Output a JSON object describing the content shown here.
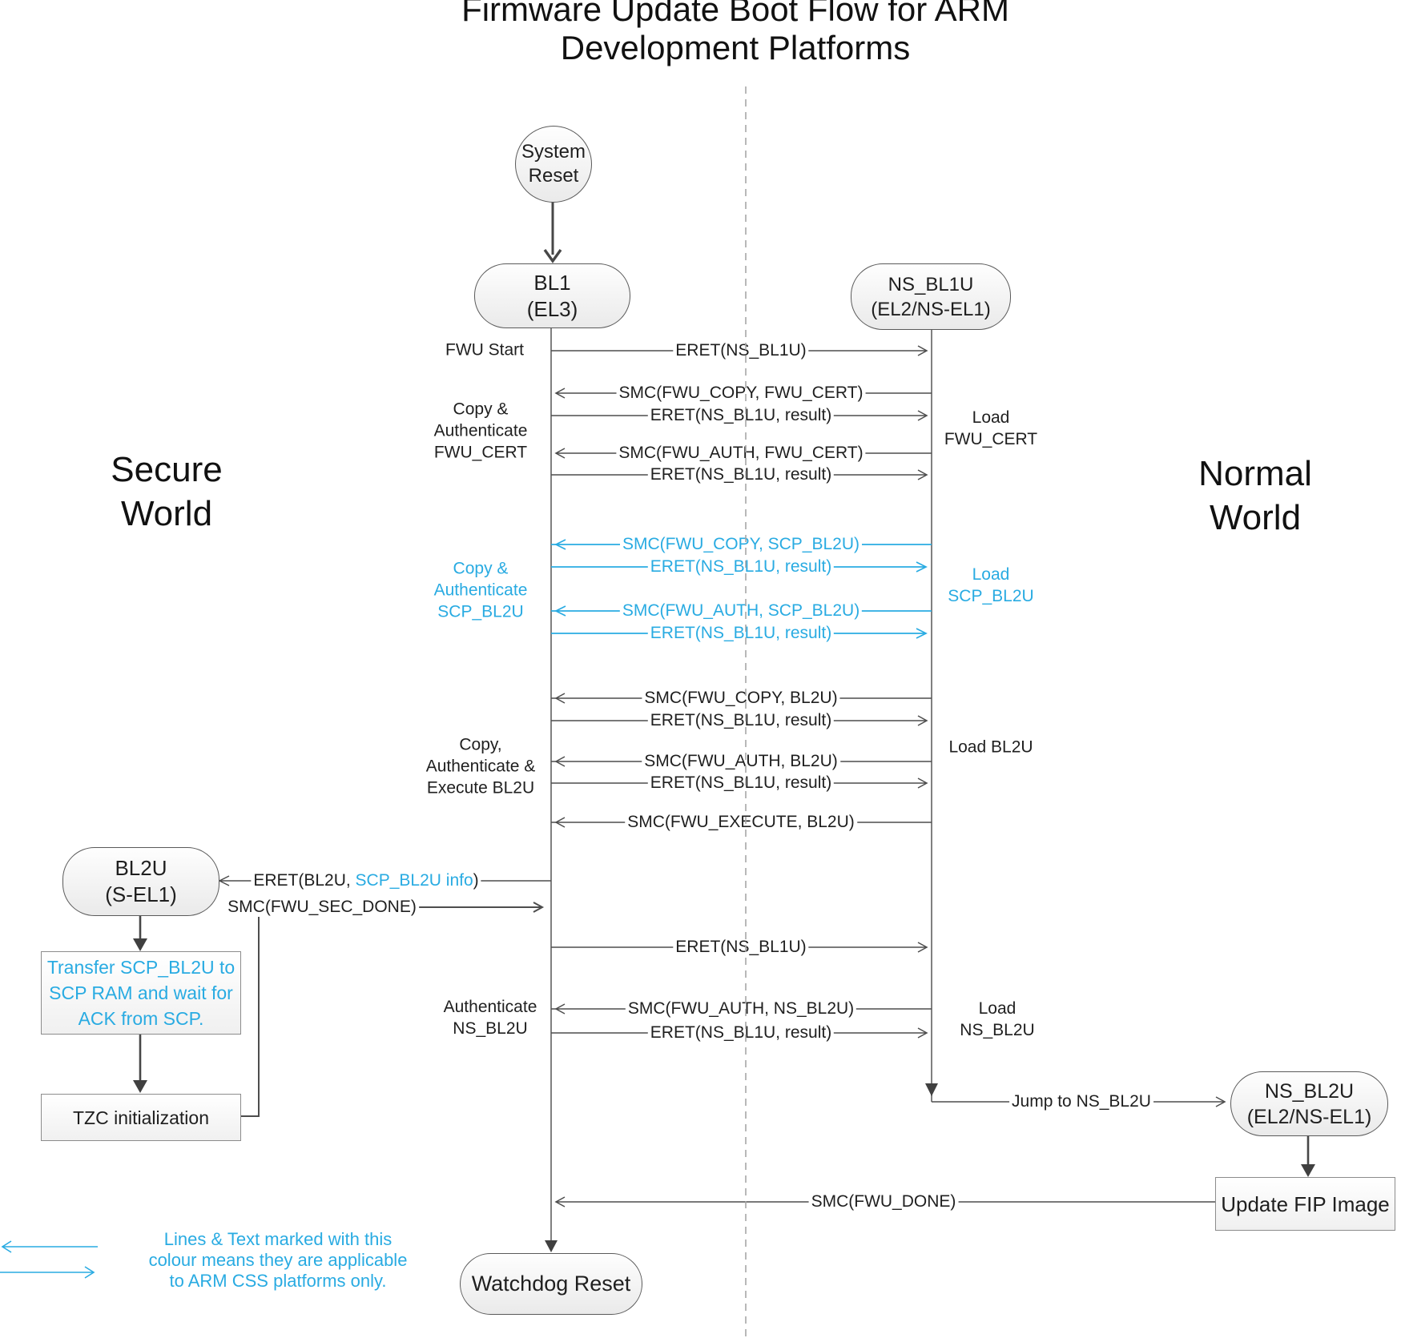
{
  "title": "Firmware Update Boot Flow for ARM Development Platforms",
  "worlds": {
    "secure": "Secure\nWorld",
    "normal": "Normal\nWorld"
  },
  "nodes": {
    "system_reset": "System\nReset",
    "bl1": "BL1\n(EL3)",
    "ns_bl1u": "NS_BL1U\n(EL2/NS-EL1)",
    "bl2u": "BL2U\n(S-EL1)",
    "ns_bl2u": "NS_BL2U\n(EL2/NS-EL1)",
    "watchdog_reset": "Watchdog Reset"
  },
  "boxes": {
    "transfer": "Transfer SCP_BL2U to\nSCP RAM and wait for\nACK from SCP.",
    "tzc": "TZC initialization",
    "update_fip": "Update FIP Image"
  },
  "messages": [
    {
      "label": "ERET(NS_BL1U)",
      "dir": "right",
      "css": false
    },
    {
      "label": "SMC(FWU_COPY, FWU_CERT)",
      "dir": "left",
      "css": false
    },
    {
      "label": "ERET(NS_BL1U, result)",
      "dir": "right",
      "css": false
    },
    {
      "label": "SMC(FWU_AUTH, FWU_CERT)",
      "dir": "left",
      "css": false
    },
    {
      "label": "ERET(NS_BL1U, result)",
      "dir": "right",
      "css": false
    },
    {
      "label": "SMC(FWU_COPY, SCP_BL2U)",
      "dir": "left",
      "css": true
    },
    {
      "label": "ERET(NS_BL1U, result)",
      "dir": "right",
      "css": true
    },
    {
      "label": "SMC(FWU_AUTH, SCP_BL2U)",
      "dir": "left",
      "css": true
    },
    {
      "label": "ERET(NS_BL1U, result)",
      "dir": "right",
      "css": true
    },
    {
      "label": "SMC(FWU_COPY, BL2U)",
      "dir": "left",
      "css": false
    },
    {
      "label": "ERET(NS_BL1U, result)",
      "dir": "right",
      "css": false
    },
    {
      "label": "SMC(FWU_AUTH, BL2U)",
      "dir": "left",
      "css": false
    },
    {
      "label": "ERET(NS_BL1U, result)",
      "dir": "right",
      "css": false
    },
    {
      "label": "SMC(FWU_EXECUTE, BL2U)",
      "dir": "left",
      "css": false
    },
    {
      "label": "ERET(NS_BL1U)",
      "dir": "right",
      "css": false
    },
    {
      "label": "SMC(FWU_AUTH, NS_BL2U)",
      "dir": "left",
      "css": false
    },
    {
      "label": "ERET(NS_BL1U, result)",
      "dir": "right",
      "css": false
    }
  ],
  "special": {
    "eret_bl2u_pre": "ERET(BL2U, ",
    "eret_bl2u_cyan": "SCP_BL2U info",
    "eret_bl2u_post": ")",
    "smc_fwu_sec_done": "SMC(FWU_SEC_DONE)",
    "smc_fwu_done": "SMC(FWU_DONE)",
    "jump_to_ns_bl2u": "Jump to NS_BL2U"
  },
  "activities": {
    "fwu_start": "FWU Start",
    "copy_auth_fwu_cert": "Copy &\nAuthenticate\nFWU_CERT",
    "copy_auth_scp_bl2u": "Copy &\nAuthenticate\nSCP_BL2U",
    "copy_auth_exec_bl2u": "Copy,\nAuthenticate &\nExecute BL2U",
    "auth_ns_bl2u": "Authenticate\nNS_BL2U",
    "load_fwu_cert": "Load\nFWU_CERT",
    "load_scp_bl2u": "Load\nSCP_BL2U",
    "load_bl2u": "Load BL2U",
    "load_ns_bl2u": "Load\nNS_BL2U"
  },
  "legend": {
    "text": "Lines & Text marked with this\ncolour means they are applicable\nto ARM CSS platforms only."
  },
  "colors": {
    "accent_cyan": "#29ABE2",
    "line_gray": "#4d4d4d",
    "lifeline_gray": "#808080"
  }
}
